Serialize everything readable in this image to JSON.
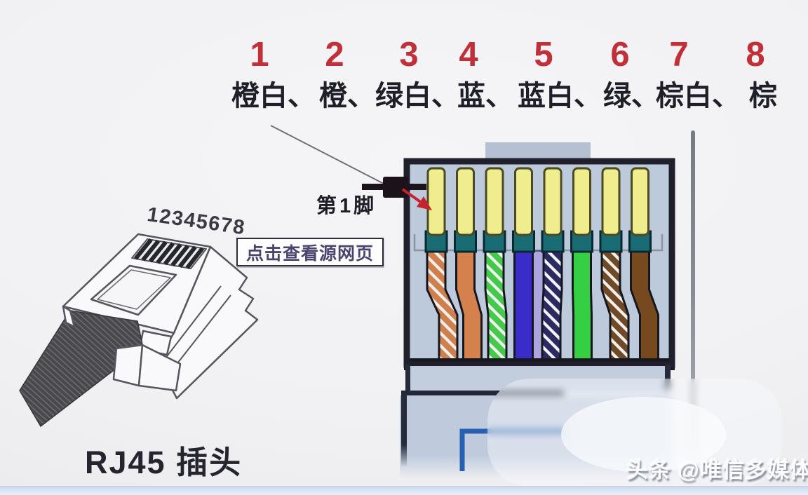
{
  "title_row": {
    "number_color": "#c13038",
    "label_color": "#1f1f29",
    "pins": [
      {
        "number": "1",
        "label": "橙白、"
      },
      {
        "number": "2",
        "label": "橙、"
      },
      {
        "number": "3",
        "label": "绿白、"
      },
      {
        "number": "4",
        "label": "蓝、"
      },
      {
        "number": "5",
        "label": "蓝白、"
      },
      {
        "number": "6",
        "label": "绿、"
      },
      {
        "number": "7",
        "label": "棕白、"
      },
      {
        "number": "8",
        "label": "棕"
      }
    ]
  },
  "pin1_callout": {
    "label": "第1脚"
  },
  "tooltip": {
    "text": "点击查看源网页"
  },
  "plug_drawing": {
    "contacts_label": "12345678",
    "caption": "RJ45 插头"
  },
  "connector_diagram": {
    "contact_color": "#f0ed8e",
    "contact_border": "#4c4a20",
    "clip_color": "#196b74",
    "clip_border": "#0a2830",
    "wire_outline": "#16161e",
    "accent_blue": "#2760ae",
    "spacer_color": "#aca5e0",
    "wires": [
      {
        "pin": 1,
        "color_name": "橙白",
        "style": "striped",
        "stripe": "#cd7f4e",
        "base": "#f7efe7"
      },
      {
        "pin": 2,
        "color_name": "橙",
        "style": "solid",
        "fill": "#d5814e"
      },
      {
        "pin": 3,
        "color_name": "绿白",
        "style": "striped",
        "stripe": "#44c94c",
        "base": "#eef6ec"
      },
      {
        "pin": 4,
        "color_name": "蓝",
        "style": "solid",
        "fill": "#3a2cc9"
      },
      {
        "pin": 5,
        "color_name": "蓝白",
        "style": "striped",
        "stripe": "#2b2a62",
        "base": "#f2f2f8"
      },
      {
        "pin": 6,
        "color_name": "绿",
        "style": "solid",
        "fill": "#35cf43"
      },
      {
        "pin": 7,
        "color_name": "棕白",
        "style": "striped",
        "stripe": "#6f4a28",
        "base": "#f4efe8"
      },
      {
        "pin": 8,
        "color_name": "棕",
        "style": "solid",
        "fill": "#76491f"
      }
    ]
  },
  "watermark": {
    "text": "头条 @唯信多媒体"
  }
}
